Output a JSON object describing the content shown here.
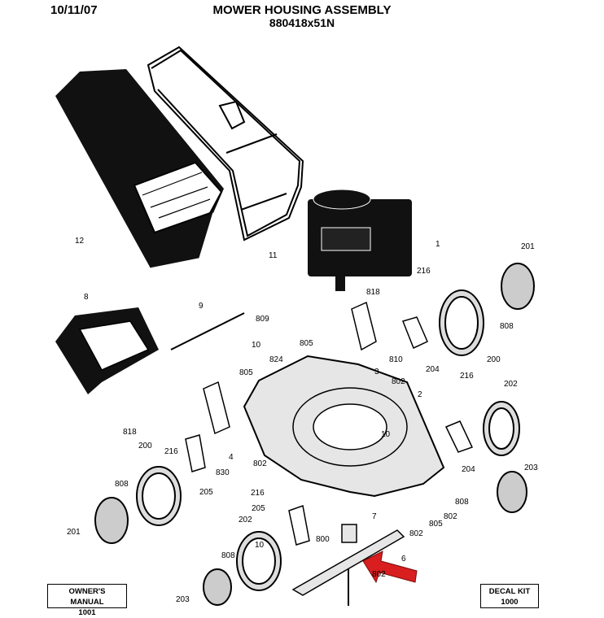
{
  "header": {
    "date": "10/11/07",
    "title": "MOWER HOUSING ASSEMBLY",
    "model": "880418x51N"
  },
  "boxes": {
    "owners_manual": {
      "label": "OWNER'S MANUAL",
      "number": "1001"
    },
    "decal_kit": {
      "label": "DECAL KIT",
      "number": "1000"
    }
  },
  "part_labels": {
    "p1": "1",
    "p2": "2",
    "p3": "3",
    "p4": "4",
    "p6": "6",
    "p7": "7",
    "p8": "8",
    "p9": "9",
    "p10": "10",
    "p10b": "10",
    "p10c": "10",
    "p11": "11",
    "p12": "12",
    "p200a": "200",
    "p200b": "200",
    "p201a": "201",
    "p201b": "201",
    "p202a": "202",
    "p202b": "202",
    "p203a": "203",
    "p203b": "203",
    "p204a": "204",
    "p204b": "204",
    "p205a": "205",
    "p205b": "205",
    "p216a": "216",
    "p216b": "216",
    "p216c": "216",
    "p216d": "216",
    "p800": "800",
    "p802a": "802",
    "p802b": "802",
    "p802c": "802",
    "p802d": "802",
    "p802e": "802",
    "p805a": "805",
    "p805b": "805",
    "p805c": "805",
    "p808a": "808",
    "p808b": "808",
    "p808c": "808",
    "p808d": "808",
    "p809": "809",
    "p810": "810",
    "p818a": "818",
    "p818b": "818",
    "p824": "824",
    "p830": "830"
  },
  "colors": {
    "highlight_arrow": "#d81e1e",
    "ink": "#000000",
    "housing_fill": "#e6e6e6"
  }
}
